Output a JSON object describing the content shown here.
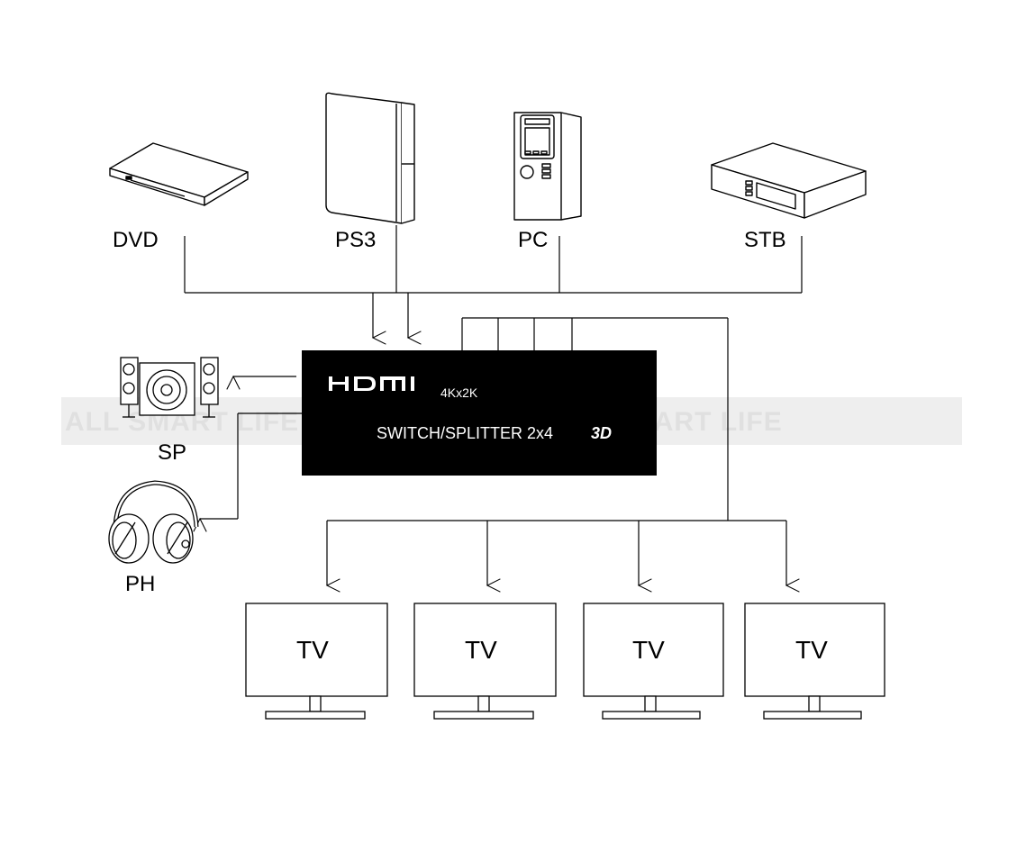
{
  "sources": [
    {
      "label": "DVD",
      "icon": "dvd-player-icon"
    },
    {
      "label": "PS3",
      "icon": "game-console-icon"
    },
    {
      "label": "PC",
      "icon": "desktop-pc-icon"
    },
    {
      "label": "STB",
      "icon": "set-top-box-icon"
    }
  ],
  "switch": {
    "logo": "HDMI",
    "resolution": "4Kx2K",
    "model": "SWITCH/SPLITTER 2x4",
    "badge": "3D"
  },
  "audio_outputs": [
    {
      "label": "SP",
      "icon": "speaker-system-icon"
    },
    {
      "label": "PH",
      "icon": "headphones-icon"
    }
  ],
  "displays": [
    {
      "label": "TV"
    },
    {
      "label": "TV"
    },
    {
      "label": "TV"
    },
    {
      "label": "TV"
    }
  ],
  "watermark": {
    "text": "ALL SMART LIFE ALL SMART LIFE ALL SMART LIFE"
  },
  "colors": {
    "line": "#000000",
    "switch_body": "#000000",
    "switch_text": "#ffffff",
    "watermark_band": "#eeeeee",
    "watermark_text": "#e2e2e2"
  }
}
